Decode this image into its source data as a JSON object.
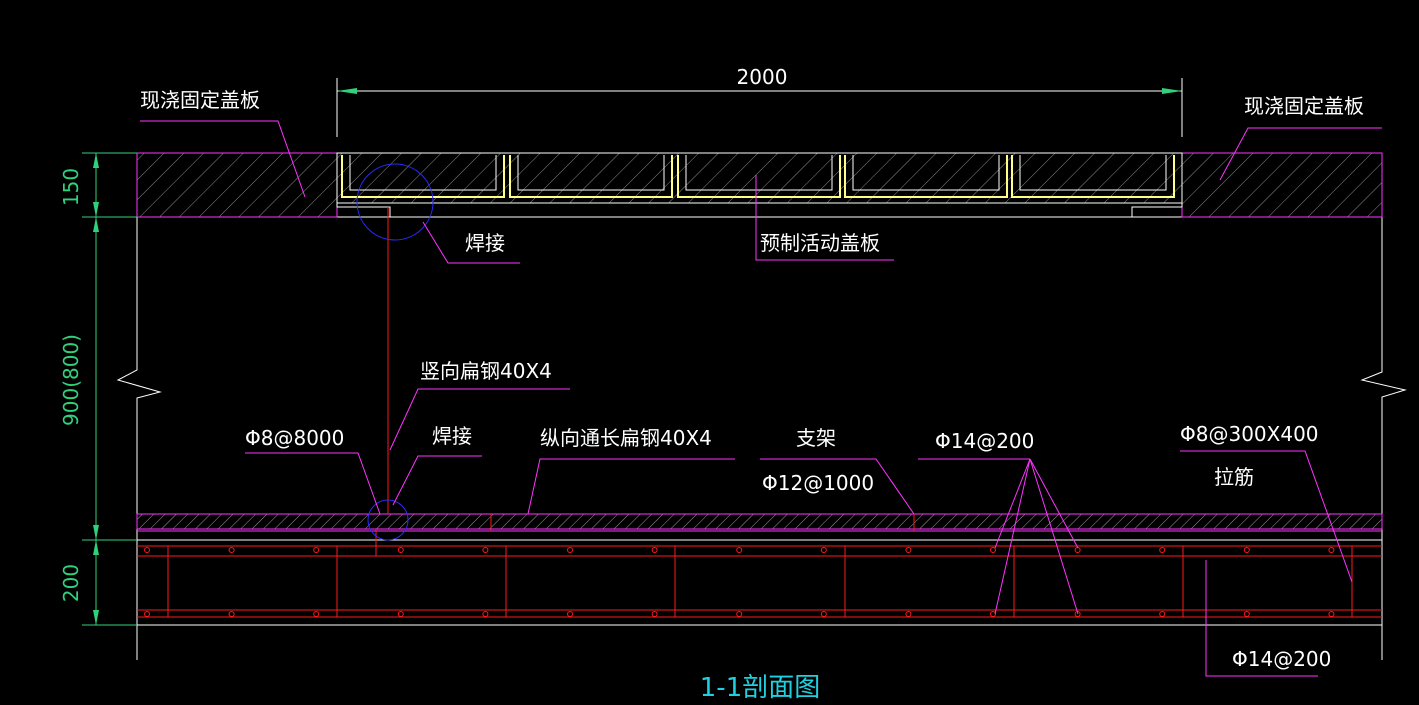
{
  "colors": {
    "background": "#000000",
    "outline": "#ffffff",
    "leader": "#ff33ff",
    "dimension": "#2fd27a",
    "rebar": "#ff1a1a",
    "channel": "#ffff88",
    "detail_circle": "#2b2bff",
    "title": "#1fd0e0"
  },
  "dimensions": {
    "span": "2000",
    "slab_thickness": "150",
    "depth": "900(800)",
    "base_thickness": "200"
  },
  "labels": {
    "cast_slab_left": "现浇固定盖板",
    "cast_slab_right": "现浇固定盖板",
    "weld_top": "焊接",
    "precast_slab": "预制活动盖板",
    "vertical_flat_steel": "竖向扁钢40X4",
    "weld_bottom": "焊接",
    "rebar_left": "Φ8@8000",
    "longitudinal_flat_steel": "纵向通长扁钢40X4",
    "support": "支架",
    "support_spec": "Φ12@1000",
    "top_rebar": "Φ14@200",
    "tie_spec": "Φ8@300X400",
    "tie": "拉筋",
    "bottom_rebar": "Φ14@200"
  },
  "title": "1-1剖面图"
}
